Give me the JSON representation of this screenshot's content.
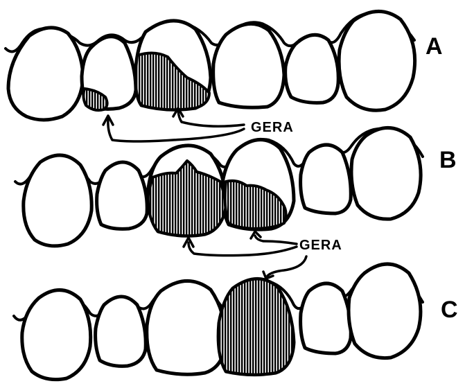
{
  "rows": [
    {
      "id": "A",
      "label": "A"
    },
    {
      "id": "B",
      "label": "B"
    },
    {
      "id": "C",
      "label": "C"
    }
  ],
  "labels": {
    "wax_a": "GERA",
    "wax_b": "GERA"
  },
  "colors": {
    "ink": "#000000",
    "background": "#ffffff"
  }
}
